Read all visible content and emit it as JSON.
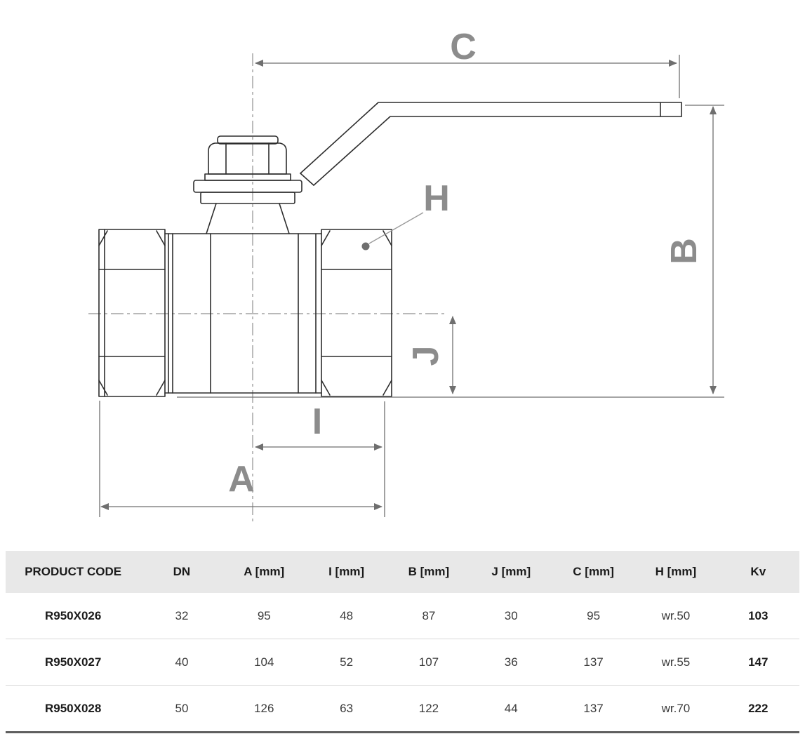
{
  "diagram": {
    "dim_labels": {
      "c": "C",
      "b": "B",
      "h": "H",
      "j": "J",
      "i": "I",
      "a": "A"
    }
  },
  "table": {
    "headers": [
      "PRODUCT CODE",
      "DN",
      "A [mm]",
      "I [mm]",
      "B [mm]",
      "J [mm]",
      "C [mm]",
      "H [mm]",
      "Kv"
    ],
    "rows": [
      [
        "R950X026",
        "32",
        "95",
        "48",
        "87",
        "30",
        "95",
        "wr.50",
        "103"
      ],
      [
        "R950X027",
        "40",
        "104",
        "52",
        "107",
        "36",
        "137",
        "wr.55",
        "147"
      ],
      [
        "R950X028",
        "50",
        "126",
        "63",
        "122",
        "44",
        "137",
        "wr.70",
        "222"
      ]
    ]
  }
}
